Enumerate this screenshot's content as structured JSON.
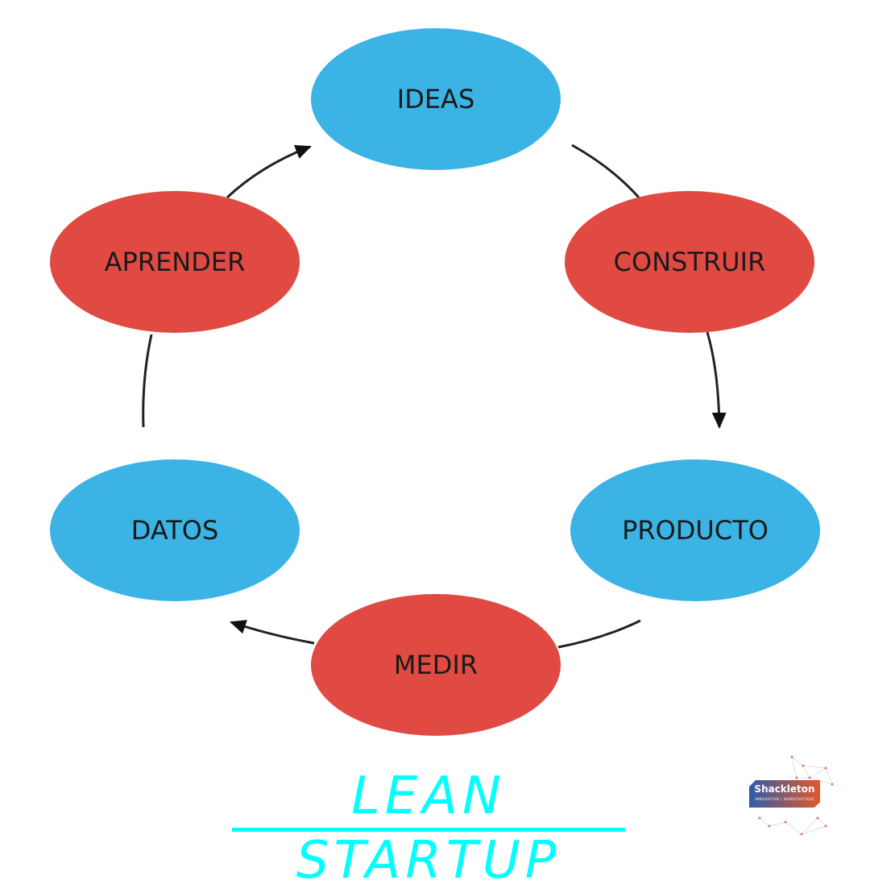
{
  "diagram": {
    "nodes": [
      {
        "id": "ideas",
        "label": "IDEAS",
        "color": "#3bb3e4"
      },
      {
        "id": "construir",
        "label": "CONSTRUIR",
        "color": "#e04a42"
      },
      {
        "id": "producto",
        "label": "PRODUCTO",
        "color": "#3bb3e4"
      },
      {
        "id": "medir",
        "label": "MEDIR",
        "color": "#e04a42"
      },
      {
        "id": "datos",
        "label": "DATOS",
        "color": "#3bb3e4"
      },
      {
        "id": "aprender",
        "label": "APRENDER",
        "color": "#e04a42"
      }
    ],
    "edges": [
      {
        "from": "ideas",
        "to": "construir"
      },
      {
        "from": "construir",
        "to": "producto"
      },
      {
        "from": "producto",
        "to": "medir"
      },
      {
        "from": "medir",
        "to": "datos"
      },
      {
        "from": "datos",
        "to": "aprender"
      },
      {
        "from": "aprender",
        "to": "ideas"
      }
    ]
  },
  "title": "LEAN STARTUP",
  "logo": {
    "name": "Shackleton",
    "tagline": "INNOVATION | DEMOCRATIZED"
  }
}
